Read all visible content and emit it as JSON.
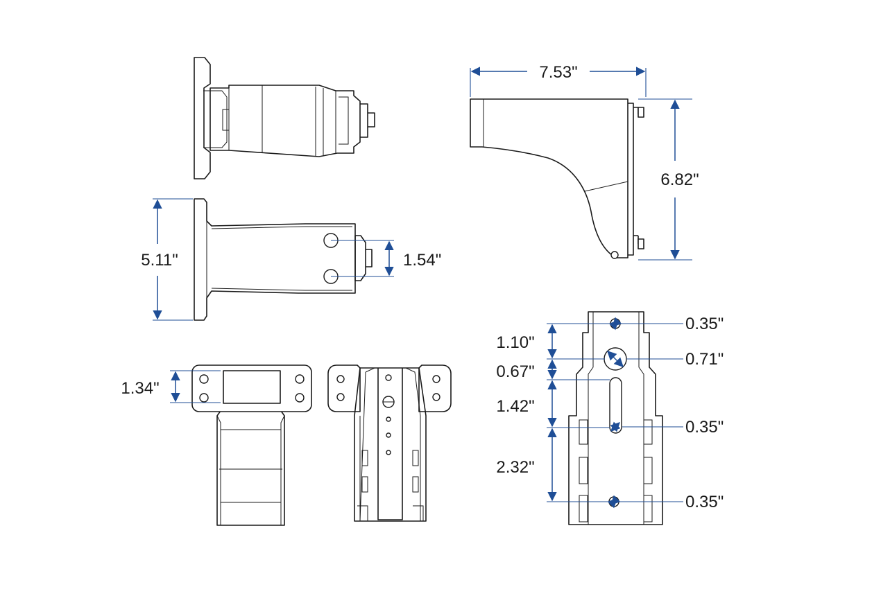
{
  "colors": {
    "line": "#1a1a1a",
    "dimension": "#1f4e96",
    "background": "#ffffff"
  },
  "dimensions": {
    "width_side": "7.53\"",
    "height_side": "6.82\"",
    "height_front": "5.11\"",
    "spacing_front": "1.54\"",
    "spacing_top": "1.34\"",
    "d1": "1.10\"",
    "d2": "0.67\"",
    "d3": "1.42\"",
    "d4": "2.32\"",
    "hole_top": "0.35\"",
    "hole_large": "0.71\"",
    "slot": "0.35\"",
    "hole_bottom": "0.35\""
  }
}
